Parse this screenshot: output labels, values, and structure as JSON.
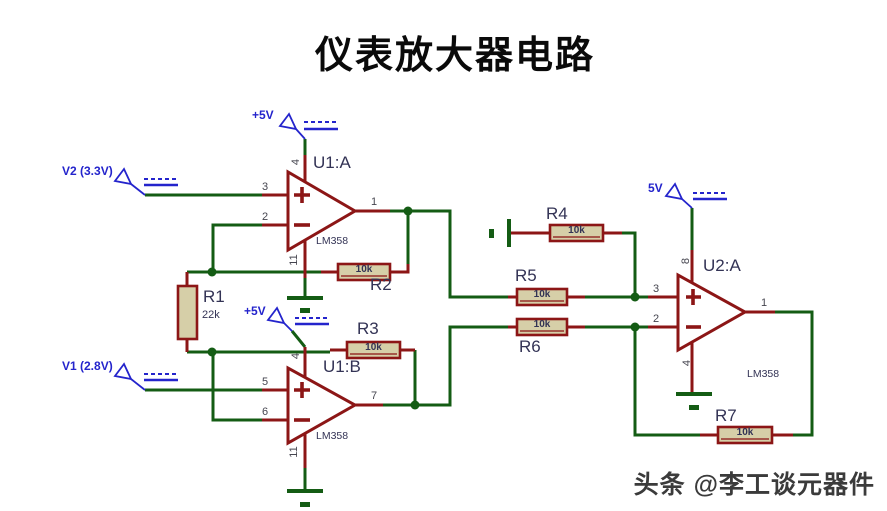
{
  "title": "仪表放大器电路",
  "watermark": "头条 @李工谈元器件",
  "colors": {
    "wire": "#145c14",
    "component": "#8c1616",
    "resistor_fill": "#d6cfa8",
    "label": "#333355",
    "pin": "#45454f",
    "power": "#2424cc",
    "title": "#0a0a0a",
    "watermark": "#3b3b3b"
  },
  "sources": {
    "v2": "V2 (3.3V)",
    "v1": "V1 (2.8V)",
    "u1a_power": "+5V",
    "u1b_power": "+5V",
    "u2a_power": "5V"
  },
  "opamps": [
    {
      "ref": "U1:A",
      "part": "LM358",
      "pin_plus": "3",
      "pin_minus": "2",
      "pin_out": "1",
      "pin_vcc": "4",
      "pin_gnd": "11"
    },
    {
      "ref": "U1:B",
      "part": "LM358",
      "pin_plus": "5",
      "pin_minus": "6",
      "pin_out": "7",
      "pin_vcc": "4",
      "pin_gnd": "11"
    },
    {
      "ref": "U2:A",
      "part": "LM358",
      "pin_plus": "3",
      "pin_minus": "2",
      "pin_out": "1",
      "pin_vcc": "8",
      "pin_gnd": "4"
    }
  ],
  "resistors": [
    {
      "ref": "R1",
      "value": "22k"
    },
    {
      "ref": "R2",
      "value": "10k"
    },
    {
      "ref": "R3",
      "value": "10k"
    },
    {
      "ref": "R4",
      "value": "10k"
    },
    {
      "ref": "R5",
      "value": "10k"
    },
    {
      "ref": "R6",
      "value": "10k"
    },
    {
      "ref": "R7",
      "value": "10k"
    }
  ]
}
